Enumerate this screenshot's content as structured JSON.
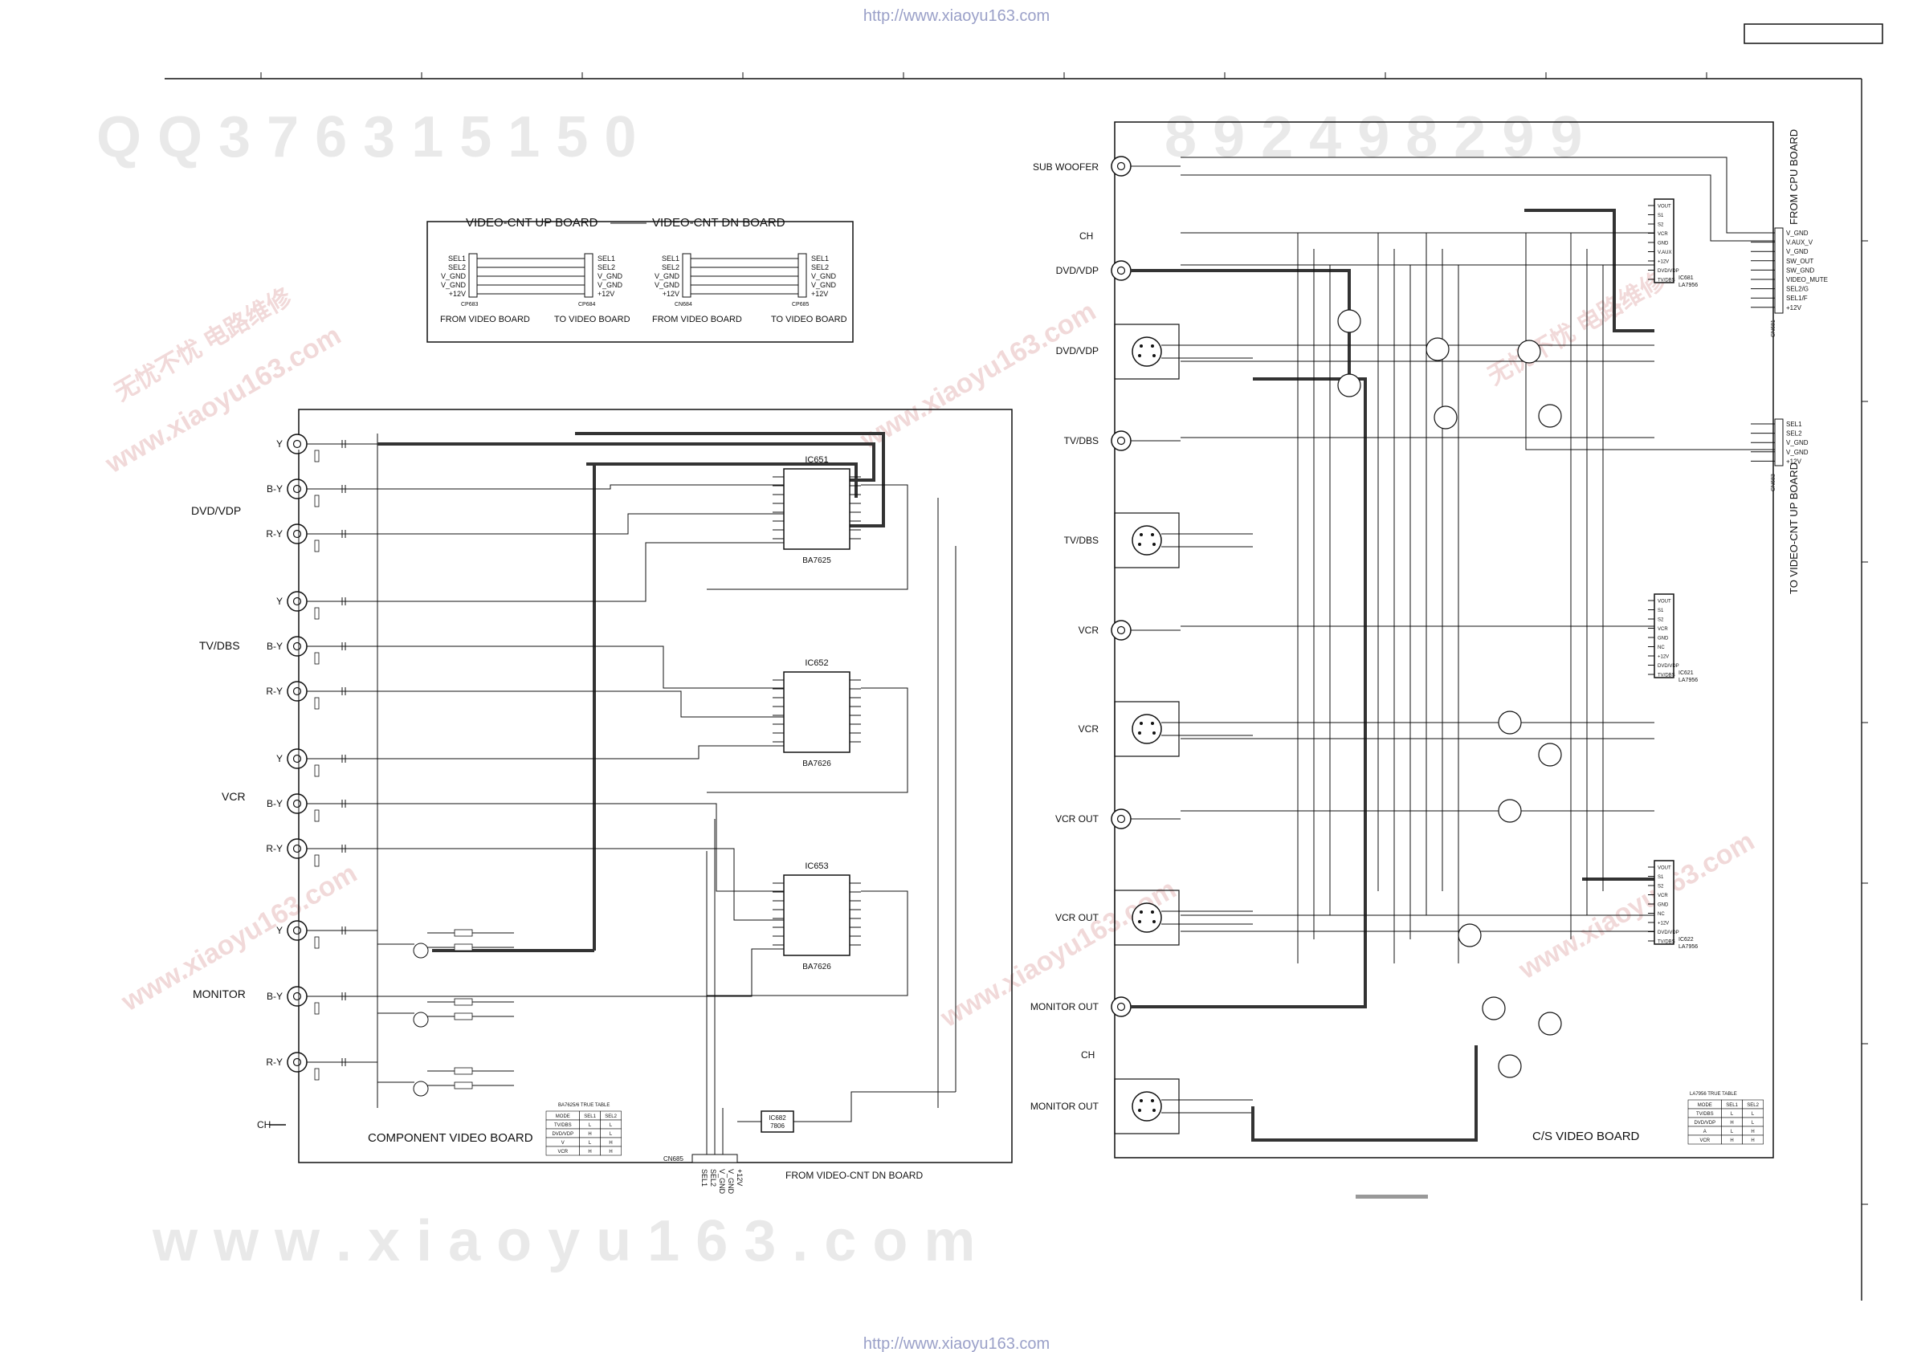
{
  "urls": {
    "top": "http://www.xiaoyu163.com",
    "bottom": "http://www.xiaoyu163.com"
  },
  "watermarks": {
    "qq": "Q Q 3 7 6 3 1 5 1 5 0",
    "phone": "8 9 2 4 9 8 2 9 9",
    "site": "w w w . x i a o y u 1 6 3 . c o m",
    "diag_cn": "无忧不忧 电路维修",
    "diag_site": "www.xiaoyu163.com"
  },
  "connector_box": {
    "up_title": "VIDEO-CNT UP BOARD",
    "dn_title": "VIDEO-CNT DN BOARD",
    "pins": [
      "SEL1",
      "SEL2",
      "V_GND",
      "V_GND",
      "+12V"
    ],
    "con_up_a": "CP683",
    "con_up_b": "CP684",
    "con_dn_a": "CN684",
    "con_dn_b": "CP685",
    "from_video": "FROM VIDEO BOARD",
    "to_video": "TO VIDEO BOARD"
  },
  "component_board": {
    "title": "COMPONENT VIDEO BOARD",
    "groups": [
      {
        "name": "DVD/VDP",
        "jacks": [
          "Y",
          "B-Y",
          "R-Y"
        ]
      },
      {
        "name": "TV/DBS",
        "jacks": [
          "Y",
          "B-Y",
          "R-Y"
        ]
      },
      {
        "name": "VCR",
        "jacks": [
          "Y",
          "B-Y",
          "R-Y"
        ]
      },
      {
        "name": "MONITOR",
        "jacks": [
          "Y",
          "B-Y",
          "R-Y"
        ]
      }
    ],
    "ics": [
      {
        "ref": "IC651",
        "part": "BA7625"
      },
      {
        "ref": "IC652",
        "part": "BA7626"
      },
      {
        "ref": "IC653",
        "part": "BA7626"
      }
    ],
    "reg": {
      "ref": "IC682",
      "part": "7806"
    },
    "ground": "CH",
    "connector": "CN685",
    "pins": [
      "SEL1",
      "SEL2",
      "V_GND",
      "V_GND",
      "+12V"
    ],
    "from_label": "FROM VIDEO-CNT DN BOARD",
    "truth_table": {
      "title": "BA7625/6 TRUE TABLE",
      "head": [
        "MODE",
        "SEL1",
        "SEL2"
      ],
      "rows": [
        [
          "TV/DBS",
          "L",
          "L"
        ],
        [
          "DVD/VDP",
          "H",
          "L"
        ],
        [
          "V",
          "L",
          "H"
        ],
        [
          "VCR",
          "H",
          "H"
        ]
      ]
    }
  },
  "cs_board": {
    "title": "C/S VIDEO BOARD",
    "inputs": [
      "SUB WOOFER",
      "DVD/VDP",
      "DVD/VDP",
      "TV/DBS",
      "TV/DBS",
      "VCR",
      "VCR",
      "VCR OUT",
      "VCR OUT",
      "MONITOR OUT",
      "MONITOR OUT"
    ],
    "ground": "CH",
    "ics": [
      {
        "ref": "IC681",
        "part": "LA7956",
        "pins": [
          "VOUT",
          "S1",
          "S2",
          "VCR",
          "GND",
          "V.AUX",
          "+12V",
          "DVD/VDP",
          "TV/DBS"
        ]
      },
      {
        "ref": "IC621",
        "part": "LA7956",
        "pins": [
          "VOUT",
          "S1",
          "S2",
          "VCR",
          "GND",
          "NC",
          "+12V",
          "DVD/VDP",
          "TV/DBS"
        ]
      },
      {
        "ref": "IC622",
        "part": "LA7956",
        "pins": [
          "VOUT",
          "S1",
          "S2",
          "VCR",
          "GND",
          "NC",
          "+12V",
          "DVD/VDP",
          "TV/DBS"
        ]
      }
    ],
    "cpu_connector": {
      "ref": "CN681",
      "label": "FROM CPU BOARD",
      "pins": [
        "V_GND",
        "V.AUX_V",
        "V_GND",
        "SW_OUT",
        "SW_GND",
        "VIDEO_MUTE",
        "SEL2/G",
        "SEL1/F",
        "+12V"
      ]
    },
    "up_connector": {
      "ref": "CN683",
      "label": "TO VIDEO-CNT UP BOARD",
      "pins": [
        "SEL1",
        "SEL2",
        "V_GND",
        "V_GND",
        "+12V"
      ]
    },
    "truth_table": {
      "title": "LA7956 TRUE TABLE",
      "head": [
        "MODE",
        "SEL1",
        "SEL2"
      ],
      "rows": [
        [
          "TV/DBS",
          "L",
          "L"
        ],
        [
          "DVD/VDP",
          "H",
          "L"
        ],
        [
          "A",
          "L",
          "H"
        ],
        [
          "VCR",
          "H",
          "H"
        ]
      ]
    }
  }
}
